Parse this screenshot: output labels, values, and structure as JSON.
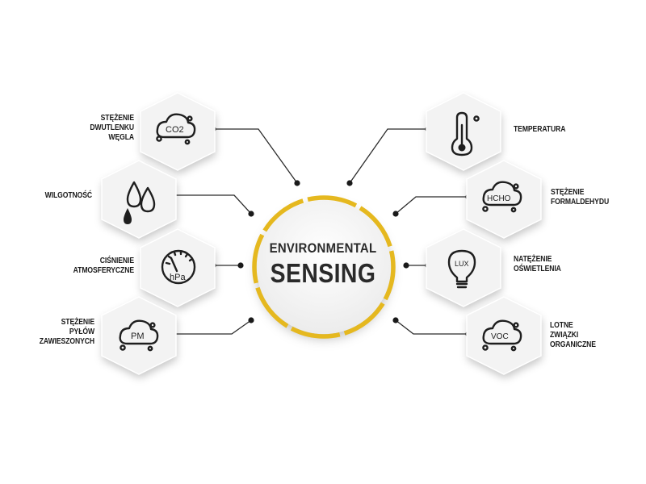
{
  "center": {
    "line1": "ENVIRONMENTAL",
    "line2": "SENSING",
    "ring_color": "#e5b81f"
  },
  "sensors": [
    {
      "id": "co2",
      "side": "left",
      "icon": "co2-cloud-icon",
      "icon_text": "CO2",
      "label_lines": [
        "STĘŻENIE",
        "DWUTLENKU",
        "WĘGLA"
      ]
    },
    {
      "id": "humidity",
      "side": "left",
      "icon": "water-drops-icon",
      "label_lines": [
        "WILGOTNOŚĆ"
      ]
    },
    {
      "id": "pressure",
      "side": "left",
      "icon": "pressure-gauge-icon",
      "icon_text": "hPa",
      "label_lines": [
        "CIŚNIENIE",
        "ATMOSFERYCZNE"
      ]
    },
    {
      "id": "pm",
      "side": "left",
      "icon": "pm-cloud-icon",
      "icon_text": "PM",
      "label_lines": [
        "STĘŻENIE",
        "PYŁÓW",
        "ZAWIESZONYCH"
      ]
    },
    {
      "id": "temperature",
      "side": "right",
      "icon": "thermometer-icon",
      "label_lines": [
        "TEMPERATURA"
      ]
    },
    {
      "id": "hcho",
      "side": "right",
      "icon": "hcho-cloud-icon",
      "icon_text": "HCHO",
      "label_lines": [
        "STĘŻENIE",
        "FORMALDEHYDU"
      ]
    },
    {
      "id": "lux",
      "side": "right",
      "icon": "light-bulb-icon",
      "icon_text": "LUX",
      "label_lines": [
        "NATĘŻENIE",
        "OŚWIETLENIA"
      ]
    },
    {
      "id": "voc",
      "side": "right",
      "icon": "voc-cloud-icon",
      "icon_text": "VOC",
      "label_lines": [
        "LOTNE",
        "ZWIĄZKI",
        "ORGANICZNE"
      ]
    }
  ]
}
